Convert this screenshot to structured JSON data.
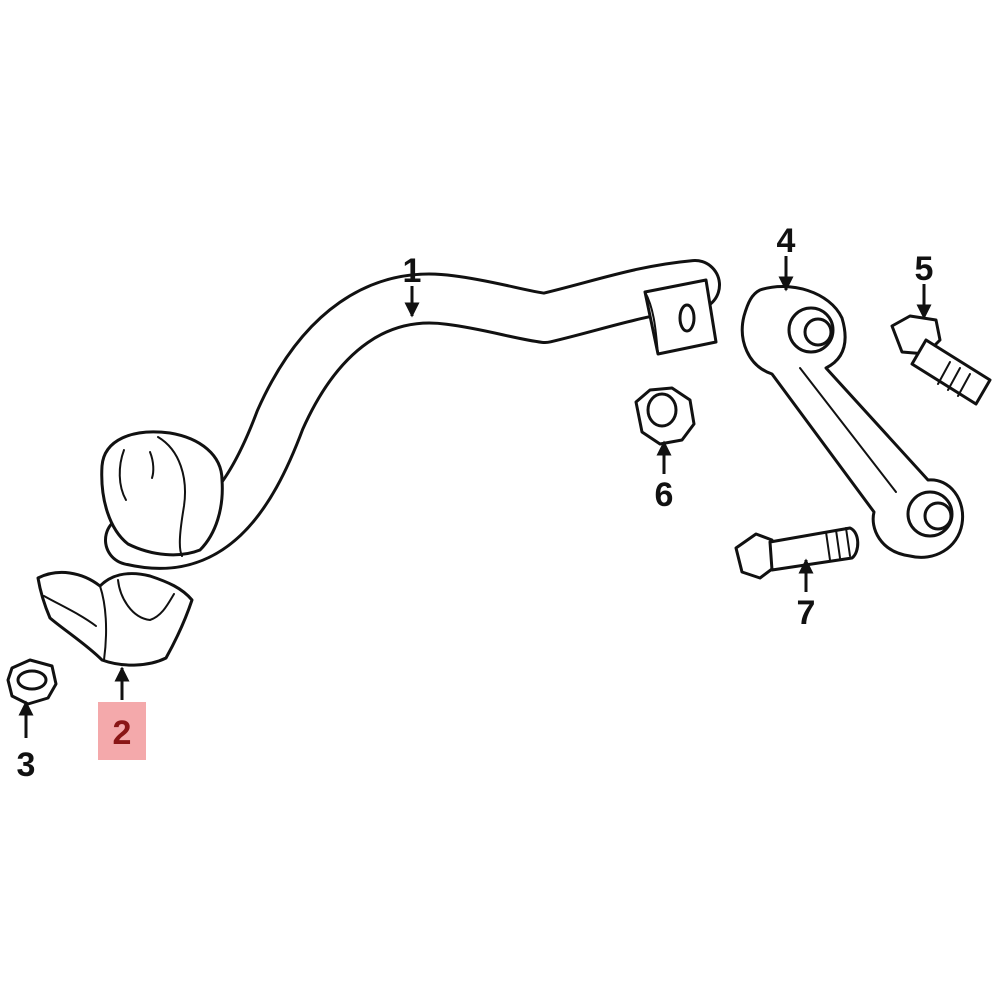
{
  "diagram": {
    "colors": {
      "line": "#111111",
      "background": "#ffffff",
      "highlight_fill": "#f4a9ab",
      "highlight_text": "#8a1616"
    },
    "callouts": [
      {
        "label": "1",
        "part": "stabilizer-bar"
      },
      {
        "label": "2",
        "part": "bushing-bracket",
        "highlighted": true
      },
      {
        "label": "3",
        "part": "flange-nut-small"
      },
      {
        "label": "4",
        "part": "stabilizer-link"
      },
      {
        "label": "5",
        "part": "upper-bolt"
      },
      {
        "label": "6",
        "part": "flange-nut"
      },
      {
        "label": "7",
        "part": "lower-bolt"
      }
    ]
  }
}
